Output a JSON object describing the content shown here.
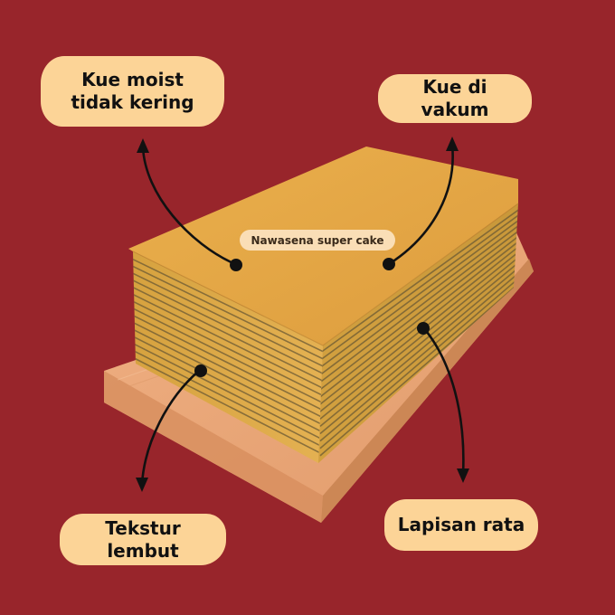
{
  "brand_label": "Nawasena super cake",
  "callouts": [
    {
      "id": "moist",
      "lines": [
        "Kue moist",
        "tidak kering"
      ]
    },
    {
      "id": "vacuum",
      "lines": [
        "Kue di vakum"
      ]
    },
    {
      "id": "texture",
      "lines": [
        "Tekstur lembut"
      ]
    },
    {
      "id": "layers",
      "lines": [
        "Lapisan rata"
      ]
    }
  ],
  "colors": {
    "background": "#98252b",
    "callout": "#fcd497",
    "cake_top": "#e6a545",
    "cake_side": "#d9a341",
    "cake_layer_line": "#6b5a35",
    "board": "#e9a477",
    "arrow": "#111111"
  },
  "icons": [
    "arrow-up-icon",
    "arrow-down-icon",
    "dot-icon"
  ]
}
